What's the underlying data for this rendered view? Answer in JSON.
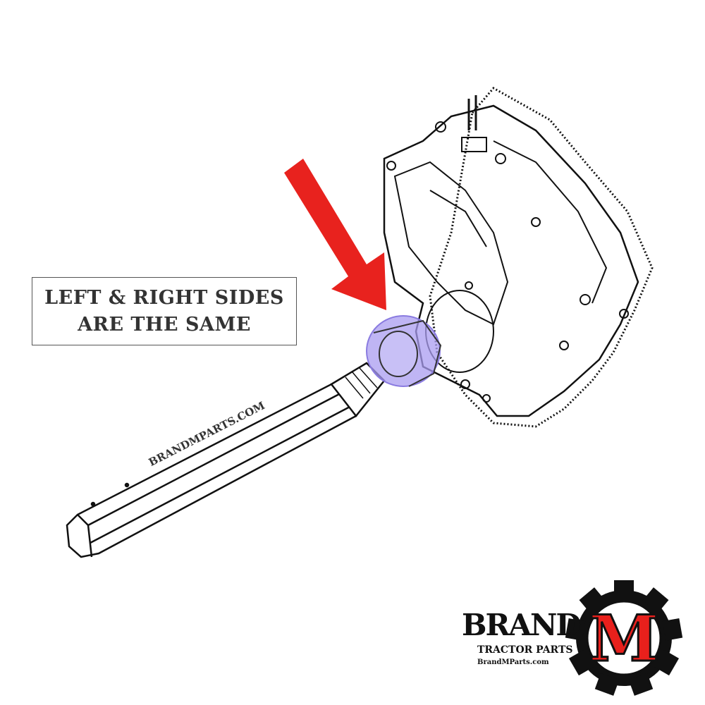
{
  "callout": {
    "line1": "LEFT & RIGHT SIDES",
    "line2": "ARE THE SAME"
  },
  "shaft_watermark": "BRANDMPARTS.COM",
  "logo": {
    "word": "BRAND",
    "letter": "M",
    "subtitle": "TRACTOR PARTS",
    "url": "BrandMParts.com"
  },
  "colors": {
    "arrow": "#e8221e",
    "highlight": "#a99cf0",
    "logo_red": "#e8201c",
    "logo_black": "#111111"
  },
  "icons": {
    "arrow": "red-arrow-icon",
    "logo_gear": "gear-icon"
  }
}
